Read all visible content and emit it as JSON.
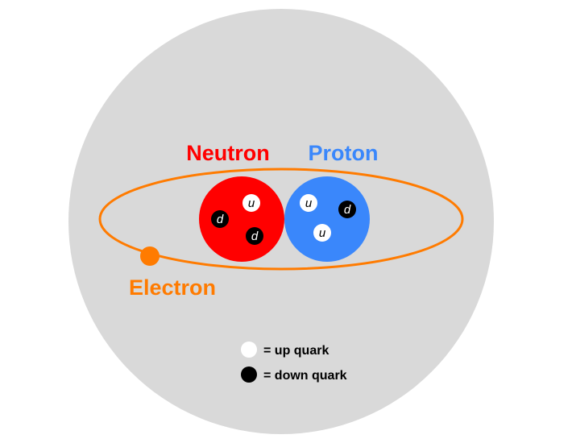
{
  "labels": {
    "neutron": "Neutron",
    "proton": "Proton",
    "electron": "Electron"
  },
  "quarks": {
    "up": "u",
    "down": "d"
  },
  "legend": {
    "up_label": "= up quark",
    "down_label": "= down quark"
  },
  "colors": {
    "atom": "#d9d9d9",
    "neutron": "#ff0000",
    "proton": "#3a87fb",
    "electron": "#ff7b00",
    "up_quark": "#ffffff",
    "down_quark": "#000000"
  }
}
